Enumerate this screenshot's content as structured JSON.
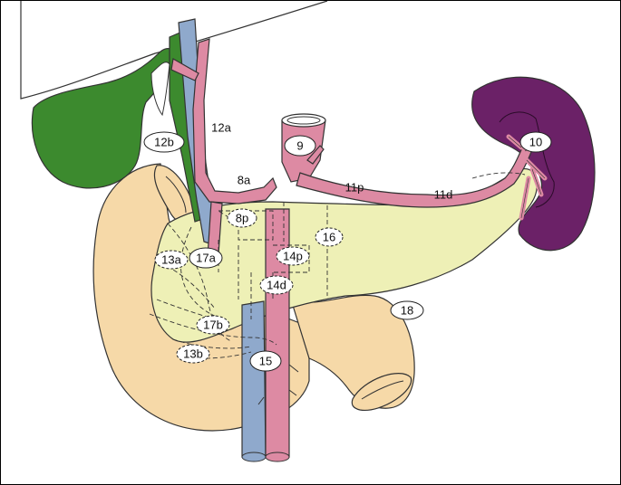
{
  "diagram": {
    "colors": {
      "liver": "#ffffff",
      "gallbladder": "#3c8a2e",
      "portal_vein": "#8fa9cc",
      "artery": "#dd8aa3",
      "pancreas": "#eef0b6",
      "duodenum": "#f6d9a8",
      "spleen": "#6b2167"
    },
    "labels": [
      {
        "id": "12b",
        "text": "12b",
        "style": "solid"
      },
      {
        "id": "12a",
        "text": "12a",
        "style": "plain"
      },
      {
        "id": "9",
        "text": "9",
        "style": "solid"
      },
      {
        "id": "8a",
        "text": "8a",
        "style": "plain"
      },
      {
        "id": "11p",
        "text": "11p",
        "style": "plain"
      },
      {
        "id": "11d",
        "text": "11d",
        "style": "plain"
      },
      {
        "id": "10",
        "text": "10",
        "style": "solid"
      },
      {
        "id": "8p",
        "text": "8p",
        "style": "dashed"
      },
      {
        "id": "16",
        "text": "16",
        "style": "dashed"
      },
      {
        "id": "14p",
        "text": "14p",
        "style": "dashed"
      },
      {
        "id": "13a",
        "text": "13a",
        "style": "dashed"
      },
      {
        "id": "17a",
        "text": "17a",
        "style": "solid"
      },
      {
        "id": "14d",
        "text": "14d",
        "style": "dashed"
      },
      {
        "id": "18",
        "text": "18",
        "style": "solid"
      },
      {
        "id": "17b",
        "text": "17b",
        "style": "dashed"
      },
      {
        "id": "13b",
        "text": "13b",
        "style": "dashed"
      },
      {
        "id": "15",
        "text": "15",
        "style": "solid"
      }
    ]
  }
}
